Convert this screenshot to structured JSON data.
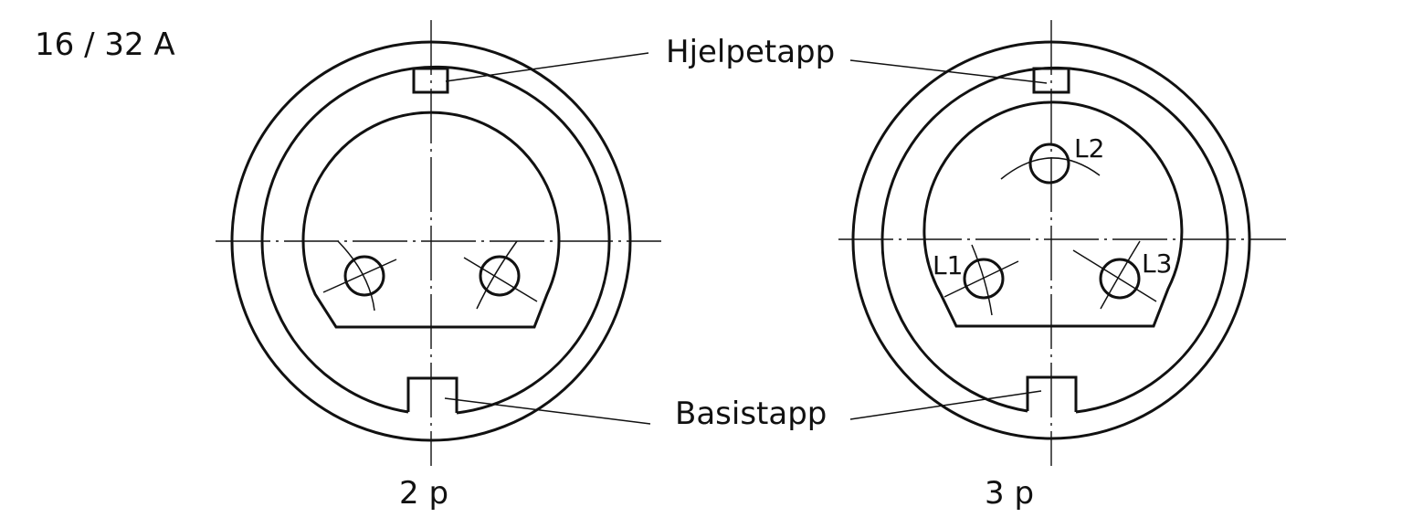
{
  "rating_label": "16 / 32 A",
  "callouts": {
    "auxiliary_key": "Hjelpetapp",
    "base_key": "Basistapp"
  },
  "variants": [
    {
      "caption": "2 p",
      "pins": []
    },
    {
      "caption": "3 p",
      "pins": [
        "L1",
        "L2",
        "L3"
      ]
    }
  ],
  "colors": {
    "line": "#111111",
    "background": "#ffffff"
  }
}
